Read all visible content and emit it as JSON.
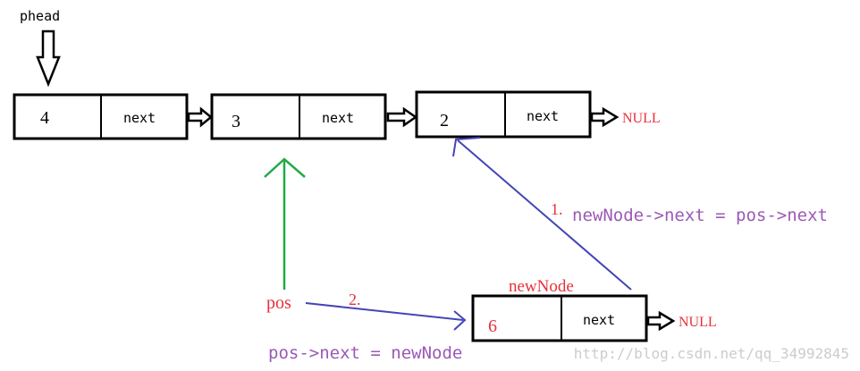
{
  "labels": {
    "phead": "phead",
    "null_top": "NULL",
    "null_bottom": "NULL",
    "new_node": "newNode",
    "pos": "pos",
    "step1_num": "1.",
    "step1_text": "newNode->next = pos->next",
    "step2_num": "2.",
    "step2_text": "pos->next = newNode",
    "watermark": "http://blog.csdn.net/qq_34992845"
  },
  "nodes": [
    {
      "value": "4",
      "next": "next"
    },
    {
      "value": "3",
      "next": "next"
    },
    {
      "value": "2",
      "next": "next"
    }
  ],
  "new_node": {
    "value": "6",
    "next": "next"
  },
  "colors": {
    "box": "#000000",
    "label_red": "#e8303a",
    "purple": "#9b59b6",
    "blue_arrow": "#4444b8",
    "green_arrow": "#22aa44",
    "watermark": "#cccccc"
  }
}
